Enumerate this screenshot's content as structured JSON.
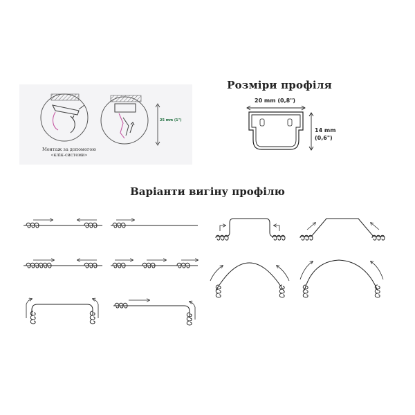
{
  "mount": {
    "caption_line1": "Монтаж за допомогою",
    "caption_line2": "«клік-системи»",
    "height_label": "25 mm (1\")"
  },
  "profile": {
    "title": "Розміри профіля",
    "width_label": "20 mm (0,8\")",
    "height_label_line1": "14 mm",
    "height_label_line2": "(0,6\")"
  },
  "bending": {
    "title": "Варіанти вигіну профілю"
  }
}
